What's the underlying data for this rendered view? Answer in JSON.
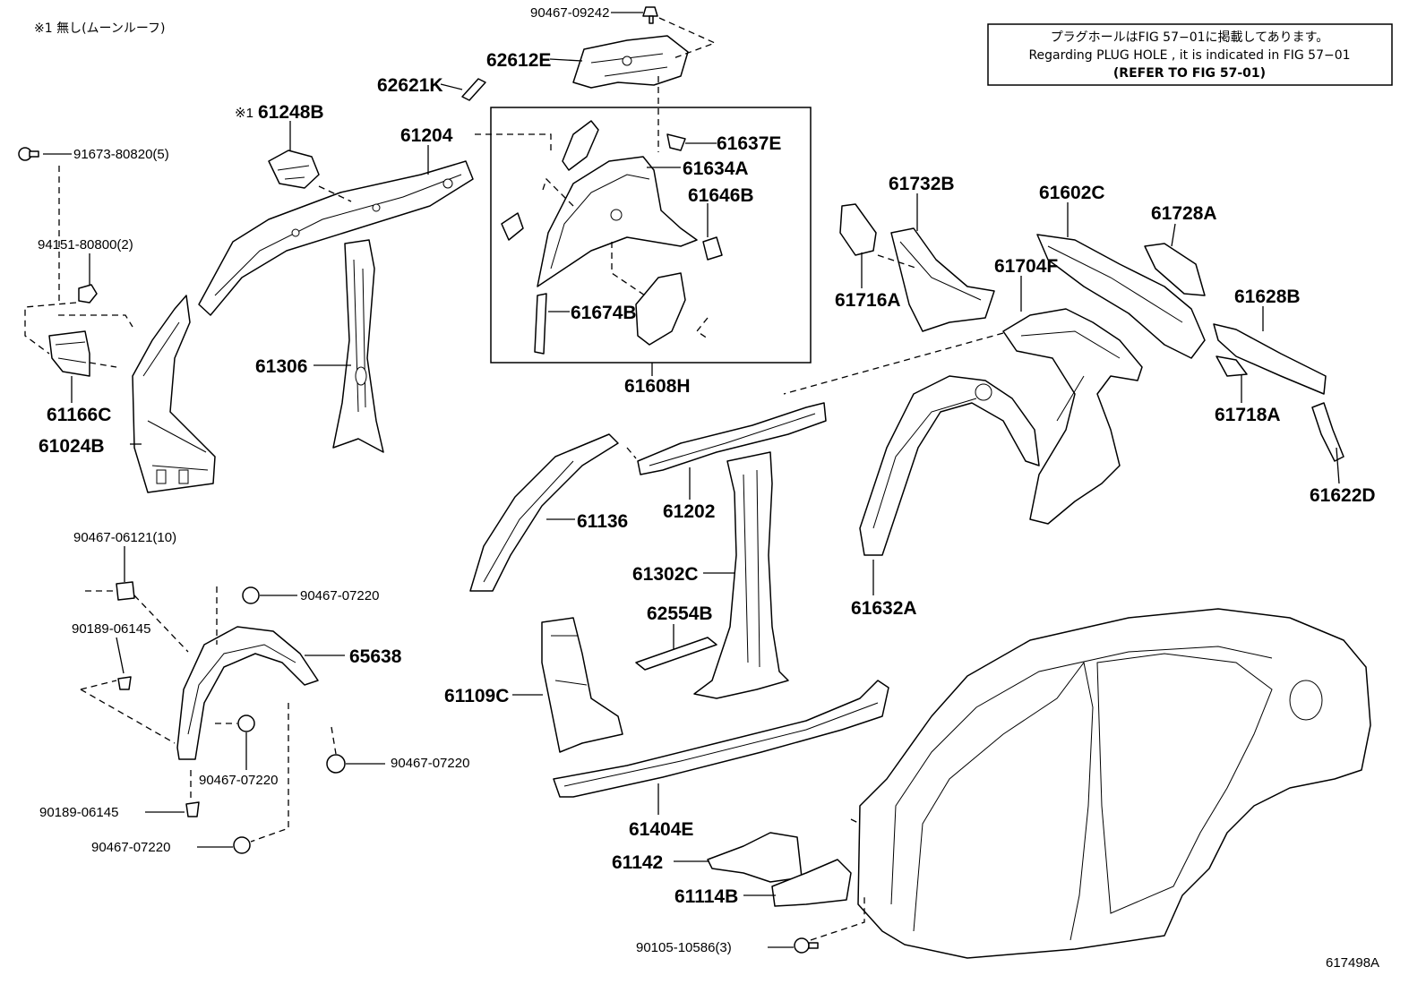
{
  "header": {
    "moonroof_note": "※1 無し(ムーンルーフ)",
    "refer_note": {
      "line1": "プラグホールはFIG 57−01に掲載してあります。",
      "line2": "Regarding PLUG HOLE , it is indicated in FIG 57−01",
      "line3": "(REFER TO FIG 57-01)"
    }
  },
  "figure_code": "617498A",
  "callouts": {
    "c90467_09242": "90467-09242",
    "c62612E": "62612E",
    "c62621K": "62621K",
    "c61248B": "61248B",
    "mark_61248B": "※1",
    "c61204": "61204",
    "c91673": "91673-80820(5)",
    "c94151": "94151-80800(2)",
    "c61166C": "61166C",
    "c61024B": "61024B",
    "c61306": "61306",
    "c61637E": "61637E",
    "c61634A": "61634A",
    "c61646B": "61646B",
    "c61674B": "61674B",
    "c61608H": "61608H",
    "c61732B": "61732B",
    "c61716A": "61716A",
    "c61602C": "61602C",
    "c61728A": "61728A",
    "c61704F": "61704F",
    "c61628B": "61628B",
    "c61718A": "61718A",
    "c61622D": "61622D",
    "c61202": "61202",
    "c61136": "61136",
    "c61302C": "61302C",
    "c61632A": "61632A",
    "c62554B": "62554B",
    "c61109C": "61109C",
    "c61404E": "61404E",
    "c61142": "61142",
    "c61114B": "61114B",
    "c90105": "90105-10586(3)",
    "c90467_06121": "90467-06121(10)",
    "c90467_07220_a": "90467-07220",
    "c90189_a": "90189-06145",
    "c65638": "65638",
    "c90467_07220_b": "90467-07220",
    "c90467_07220_c": "90467-07220",
    "c90189_b": "90189-06145",
    "c90467_07220_d": "90467-07220"
  }
}
